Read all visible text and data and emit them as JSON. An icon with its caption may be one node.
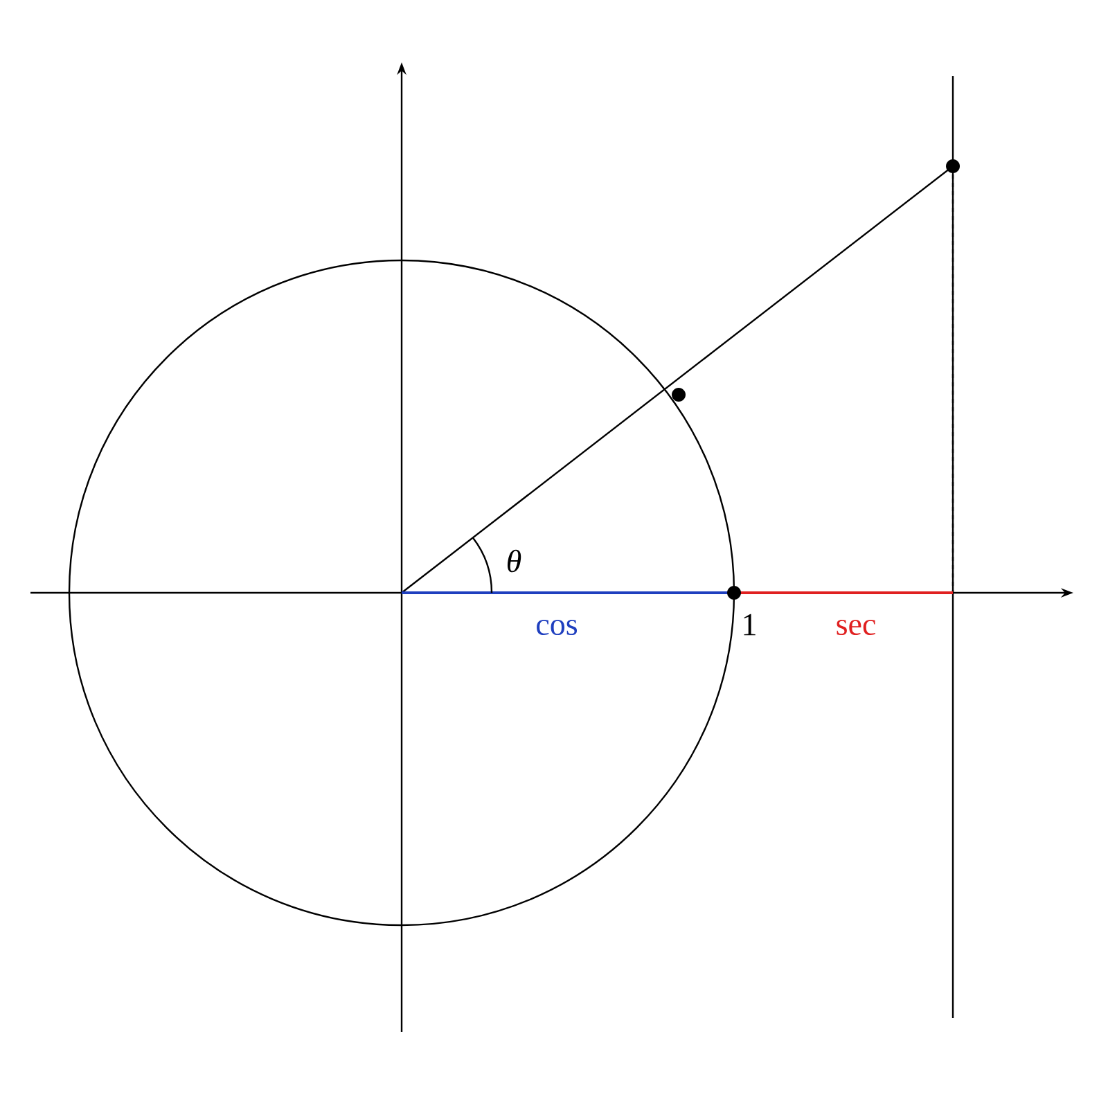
{
  "diagram": {
    "labels": [
      "θ",
      "cos",
      "1",
      "sec"
    ]
  }
}
